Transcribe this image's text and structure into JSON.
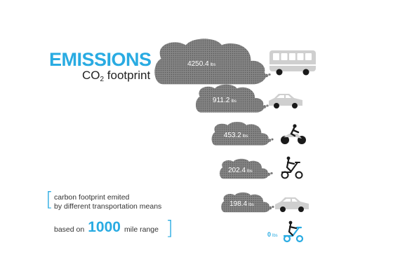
{
  "theme": {
    "accent": "#29abe2",
    "cloud": "#7a7a7a",
    "vehicle": "#cfcfcf",
    "dark": "#1a1a1a"
  },
  "chart_data": {
    "type": "bar",
    "title": "EMISSIONS",
    "subtitle_prefix": "CO",
    "subtitle_sub": "2",
    "subtitle_suffix": " footprint",
    "unit": "lbs",
    "categories": [
      "bus",
      "car",
      "motorcycle",
      "scooter",
      "car",
      "electric scooter"
    ],
    "values": [
      4250.4,
      911.2,
      453.2,
      202.4,
      198.4,
      0
    ],
    "labels": [
      "4250.4",
      "911.2",
      "453.2",
      "202.4",
      "198.4",
      "0"
    ]
  },
  "description": {
    "line1": "carbon footprint emited",
    "line2": "by different transportation means",
    "range_prefix": "based on",
    "range_value": "1000",
    "range_suffix": "mile range"
  }
}
